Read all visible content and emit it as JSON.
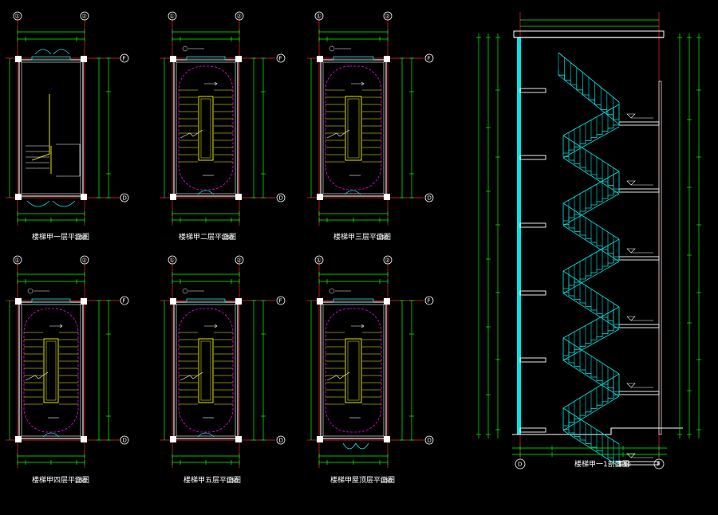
{
  "colors": {
    "background": "#000000",
    "dimension": "#00ff00",
    "wall": "#ffffff",
    "axis": "#ff2020",
    "stair": "#00e5e5",
    "handrail": "#ffff00",
    "outline": "#ff00ff",
    "annotation": "#ffffff"
  },
  "plans": [
    {
      "title": "楼梯甲一层平面图",
      "scale": "1:50",
      "axis_left": "①",
      "axis_right": "②",
      "axis_top": "F",
      "axis_bottom": "D",
      "kind": "ground"
    },
    {
      "title": "楼梯甲二层平面图",
      "scale": "1:50",
      "axis_left": "①",
      "axis_right": "②",
      "axis_top": "F",
      "axis_bottom": "D",
      "kind": "typical"
    },
    {
      "title": "楼梯甲三层平面图",
      "scale": "1:50",
      "axis_left": "①",
      "axis_right": "②",
      "axis_top": "F",
      "axis_bottom": "D",
      "kind": "typical"
    },
    {
      "title": "楼梯甲四层平面图",
      "scale": "1:50",
      "axis_left": "①",
      "axis_right": "②",
      "axis_top": "F",
      "axis_bottom": "D",
      "kind": "typical"
    },
    {
      "title": "楼梯甲五层平面图",
      "scale": "1:50",
      "axis_left": "①",
      "axis_right": "②",
      "axis_top": "F",
      "axis_bottom": "D",
      "kind": "typical"
    },
    {
      "title": "楼梯甲屋顶层平面图",
      "scale": "1:50",
      "axis_left": "①",
      "axis_right": "②",
      "axis_top": "F",
      "axis_bottom": "D",
      "kind": "roof"
    }
  ],
  "section": {
    "title": "楼梯甲一1剖面图",
    "scale": "1:50",
    "axis_left": "D",
    "axis_right": "F",
    "floors": 6
  }
}
